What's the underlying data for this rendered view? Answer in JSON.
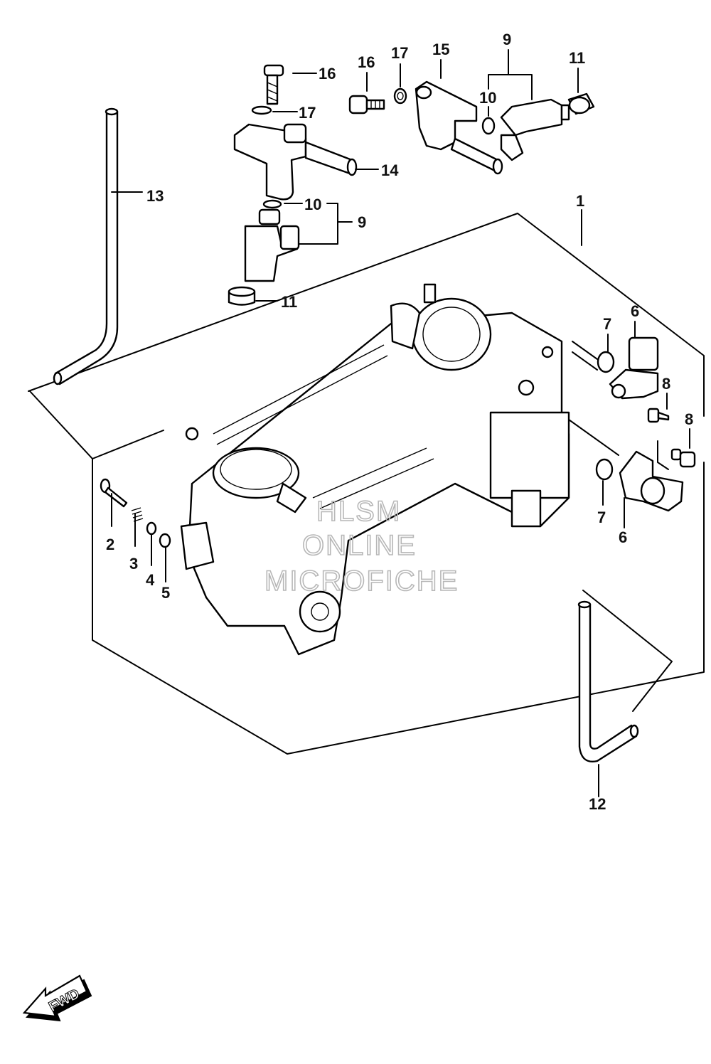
{
  "callouts": {
    "c1": "1",
    "c2": "2",
    "c3": "3",
    "c4": "4",
    "c5": "5",
    "c6a": "6",
    "c6b": "6",
    "c7a": "7",
    "c7b": "7",
    "c8a": "8",
    "c8b": "8",
    "c9a": "9",
    "c9b": "9",
    "c10a": "10",
    "c10b": "10",
    "c11a": "11",
    "c11b": "11",
    "c12": "12",
    "c13": "13",
    "c14": "14",
    "c15": "15",
    "c16a": "16",
    "c16b": "16",
    "c17a": "17",
    "c17b": "17"
  },
  "watermark": {
    "line1": "HLSM",
    "line2": "ONLINE",
    "line3": "MICROFICHE"
  },
  "direction_badge": "FWD"
}
